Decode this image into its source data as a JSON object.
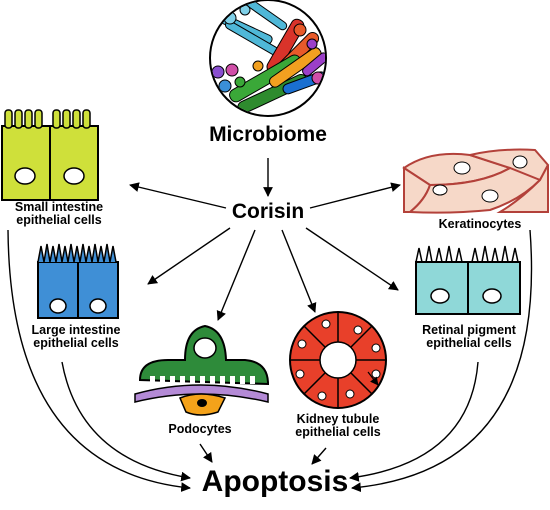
{
  "labels": {
    "microbiome": "Microbiome",
    "corisin": "Corisin",
    "apoptosis": "Apoptosis",
    "small_intestine": [
      "Small intestine",
      "epithelial cells"
    ],
    "large_intestine": [
      "Large intestine",
      "epithelial cells"
    ],
    "podocytes": "Podocytes",
    "kidney_tubule": [
      "Kidney tubule",
      "epithelial cells"
    ],
    "keratinocytes": "Keratinocytes",
    "retinal_pigment": [
      "Retinal pigment",
      "epithelial cells"
    ]
  },
  "colors": {
    "small_intestine": "#cfe03a",
    "large_intestine": "#3f8fd6",
    "podocyte_cell": "#2e8b3a",
    "podocyte_membrane": "#b48ad6",
    "podocyte_base": "#f4a21a",
    "kidney_tubule": "#e8402a",
    "keratinocyte": "#f6d8c8",
    "keratinocyte_edge": "#b3413a",
    "retinal": "#8fd8d8"
  }
}
